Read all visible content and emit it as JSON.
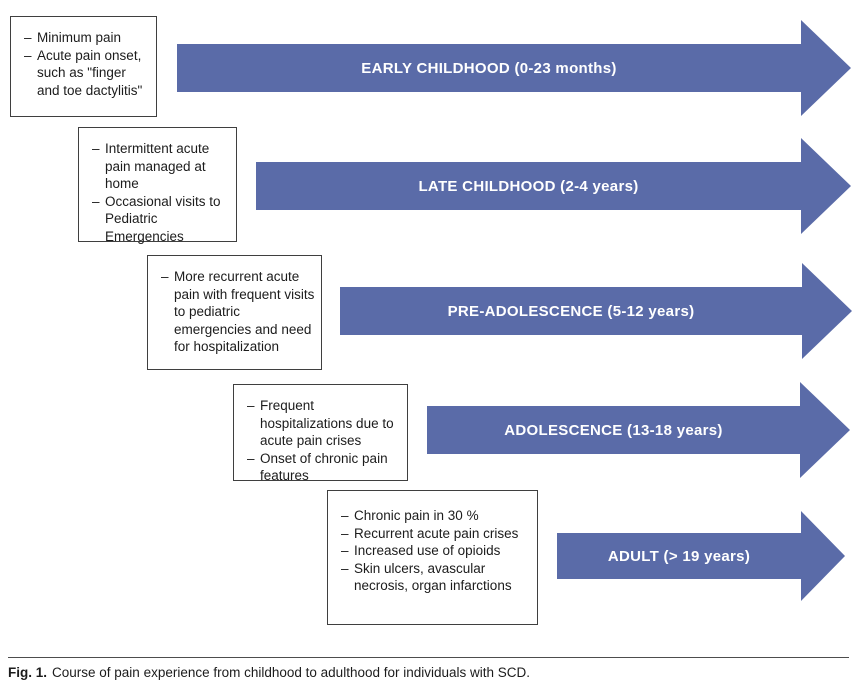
{
  "figure": {
    "bullet": "–",
    "stages": [
      {
        "label": "EARLY CHILDHOOD (0-23 months)",
        "notes": [
          "Minimum pain",
          "Acute pain onset, such as \"finger and toe dactylitis\""
        ]
      },
      {
        "label": "LATE CHILDHOOD (2-4 years)",
        "notes": [
          "Intermittent acute pain managed at home",
          "Occasional visits to Pediatric Emergencies"
        ]
      },
      {
        "label": "PRE-ADOLESCENCE (5-12 years)",
        "notes": [
          "More recurrent acute pain with frequent visits to pediatric emergencies and need for hospitalization"
        ]
      },
      {
        "label": "ADOLESCENCE (13-18 years)",
        "notes": [
          "Frequent hospitalizations due to acute pain crises",
          "Onset of chronic pain features"
        ]
      },
      {
        "label": "ADULT (> 19 years)",
        "notes": [
          "Chronic pain in 30 %",
          "Recurrent acute pain crises",
          "Increased use of opioids",
          "Skin ulcers, avascular necrosis, organ infarctions"
        ]
      }
    ],
    "caption": {
      "label": "Fig. 1.",
      "text": "Course of pain experience from childhood to adulthood for individuals with SCD."
    },
    "colors": {
      "arrow_fill": "#5a6ba8",
      "arrow_text": "#ffffff",
      "box_border": "#3f3f3f",
      "text": "#1c1c1c"
    }
  }
}
